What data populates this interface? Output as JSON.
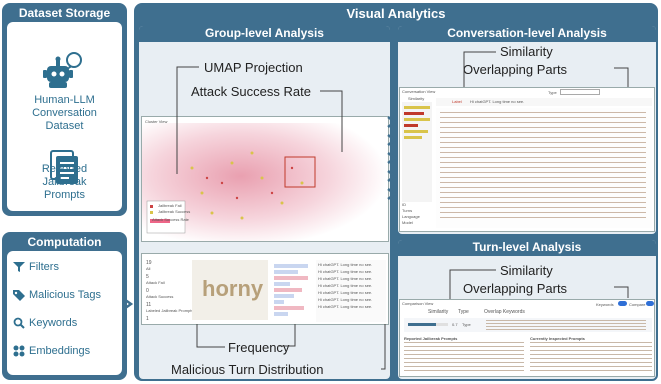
{
  "dataset_storage": {
    "title": "Dataset Storage",
    "item1": [
      "Human-LLM",
      "Conversation",
      "Dataset"
    ],
    "item2": [
      "Reported",
      "Jailbreak",
      "Prompts"
    ],
    "robot_icon": "robot-chat-icon",
    "doc_icon": "document-icon"
  },
  "computation": {
    "title": "Computation",
    "items": [
      {
        "label": "Filters",
        "icon": "filter-icon"
      },
      {
        "label": "Malicious Tags",
        "icon": "tag-icon"
      },
      {
        "label": "Keywords",
        "icon": "search-icon"
      },
      {
        "label": "Embeddings",
        "icon": "embedding-icon"
      }
    ]
  },
  "visual_analytics": {
    "title": "Visual Analytics",
    "group": {
      "title": "Group-level Analysis",
      "umap_label": "UMAP Projection",
      "asr_label": "Attack Success Rate",
      "frequency_label": "Frequency",
      "mtd_label": "Malicious Turn Distribution",
      "cluster_view_label": "Cluster View",
      "wordcloud_word": "horny",
      "legend": [
        "Jailbreak Fail",
        "Jailbreak Success",
        "Attack Success Rate"
      ],
      "side_values": [
        "19",
        "5",
        "0",
        "11",
        "1"
      ],
      "side_labels": [
        "All",
        "Attack Fail",
        "Attack Success",
        "Labeled Jailbreak Prompts"
      ]
    },
    "conversation": {
      "title": "Conversation-level Analysis",
      "similarity_label": [
        "Similarity",
        "Overlapping Parts"
      ],
      "view_label": "Conversation View",
      "type_label": "Type",
      "similarity_col": "Similarity",
      "tag_label": "Label",
      "preview": "Hi chatGPT. Long time no see.",
      "filter_labels": [
        "ID",
        "Turns",
        "Language",
        "Model"
      ]
    },
    "turn": {
      "title": "Turn-level Analysis",
      "similarity_label": [
        "Similarity",
        "Overlapping Parts"
      ],
      "view_label": "Comparison View",
      "col_headers": [
        "Similarity",
        "Type",
        "Overlap Keywords"
      ],
      "row_value": "0.7",
      "row_type": "Type",
      "left_heading": "Reported Jailbreak Prompts",
      "right_heading": "Currently Inspected Prompts",
      "keywords_toggle": "Keywords",
      "compare_toggle": "Compare"
    }
  },
  "colors": {
    "panel": "#3f6f8f",
    "panel_light": "#e8eef3",
    "accent_text": "#2e6f8f",
    "highlight_red": "#c0392b"
  }
}
